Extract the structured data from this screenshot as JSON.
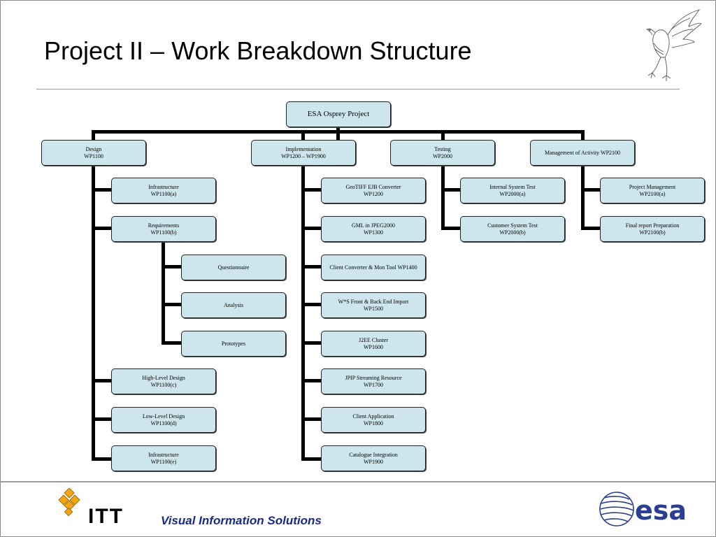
{
  "slide": {
    "title": "Project II – Work Breakdown Structure"
  },
  "wbs": {
    "root": "ESA Osprey Project",
    "design": {
      "title": "Design",
      "code": "WP1100"
    },
    "implementation": {
      "title": "Implementation",
      "code": "WP1200 – WP1900"
    },
    "testing": {
      "title": "Testing",
      "code": "WP2000"
    },
    "management": {
      "title": "Management of Activity WP2100"
    },
    "design_children": [
      {
        "title": "Infrastructure",
        "code": "WP1100(a)"
      },
      {
        "title": "Requirements",
        "code": "WP1100(b)"
      },
      {
        "title": "High-Level Design",
        "code": "WP1100(c)"
      },
      {
        "title": "Low-Level Design",
        "code": "WP1100(d)"
      },
      {
        "title": "Infrastructure",
        "code": "WP1100(e)"
      }
    ],
    "requirements_children": [
      {
        "title": "Questionnaire"
      },
      {
        "title": "Analysis"
      },
      {
        "title": "Prototypes"
      }
    ],
    "implementation_children": [
      {
        "title": "GeoTIFF EJB Converter",
        "code": "WP1200"
      },
      {
        "title": "GML in JPEG2000",
        "code": "WP1300"
      },
      {
        "title": "Client Converter & Mon Tool WP1400"
      },
      {
        "title": "W*S Front & Back End Import",
        "code": "WP1500"
      },
      {
        "title": "J2EE Cluster",
        "code": "WP1600"
      },
      {
        "title": "JPIP Streaming Resource",
        "code": "WP1700"
      },
      {
        "title": "Client Application",
        "code": "WP1800"
      },
      {
        "title": "Catalogue Integration",
        "code": "WP1900"
      }
    ],
    "testing_children": [
      {
        "title": "Internal System Test",
        "code": "WP2000(a)"
      },
      {
        "title": "Customer System Test",
        "code": "WP2000(b)"
      }
    ],
    "management_children": [
      {
        "title": "Project Management",
        "code": "WP2100(a)"
      },
      {
        "title": "Final report Preparation",
        "code": "WP2100(b)"
      }
    ]
  },
  "footer": {
    "company": "ITT",
    "tagline": "Visual Information Solutions",
    "partner_logo_text": "esa"
  },
  "colors": {
    "box_fill": "#cde5ec",
    "tagline": "#1a2a8c"
  },
  "icons": [
    "osprey-bird-icon",
    "itt-logo-icon",
    "esa-globe-icon"
  ]
}
